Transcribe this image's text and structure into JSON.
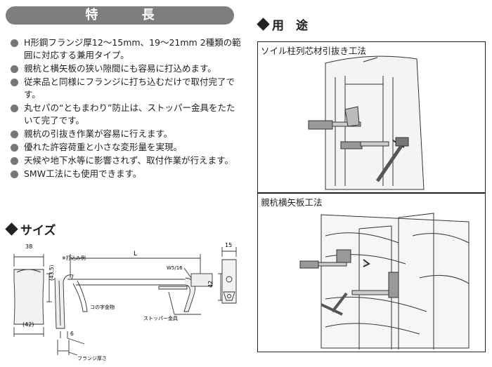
{
  "features": {
    "title": "特 長",
    "items": [
      "H形鋼フランジ厚12〜15mm、19〜21mm 2種類の範囲に対応する兼用タイプ。",
      "親杭と横矢板の狭い隙間にも容易に打込めます。",
      "従来品と同様にフランジに打ち込むだけで取付完了です。",
      "丸セパの“ともまわり”防止は、ストッパー金具をたたいて完了です。",
      "親杭の引抜き作業が容易に行えます。",
      "優れた許容荷重と小さな変形量を実現。",
      "天候や地下水等に影響されず、取付作業が行えます。",
      "SMW工法にも使用できます。"
    ]
  },
  "size": {
    "title": "サイズ",
    "labels": {
      "dim_38": "38",
      "dim_42_paren": "(42)",
      "dim_43_5": "(43.5)",
      "dim_6": "6",
      "dim_L": "L",
      "dim_15": "15",
      "dim_42": "42",
      "thread": "W5/16",
      "strike_example": "※打込み例",
      "channel_fitting": "コの字金物",
      "stopper_fitting": "ストッパー金具",
      "flange_thickness": "フランジ厚さ"
    }
  },
  "usage": {
    "title": "用　途",
    "panels": [
      {
        "label": "ソイル柱列芯材引抜き工法"
      },
      {
        "label": "親杭横矢板工法"
      }
    ]
  }
}
